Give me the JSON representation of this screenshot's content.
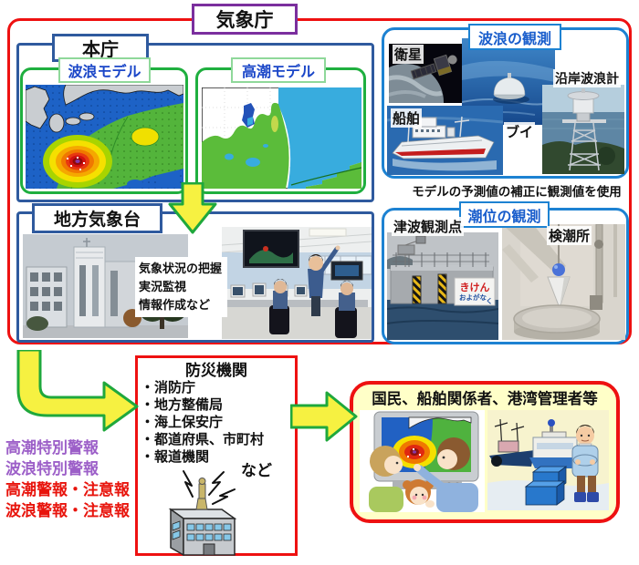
{
  "agency": {
    "title": "気象庁"
  },
  "headquarters": {
    "label": "本庁",
    "wave_model_label": "波浪モデル",
    "surge_model_label": "高潮モデル"
  },
  "local_office": {
    "label": "地方気象台",
    "task_1": "気象状況の把握",
    "task_2": "実況監視",
    "task_3": "情報作成など"
  },
  "wave_observation": {
    "title": "波浪の観測",
    "satellite_label": "衛星",
    "coastal_gauge_label": "沿岸波浪計",
    "ship_label": "船舶",
    "buoy_label": "ブイ",
    "note": "モデルの予測値の補正に観測値を使用"
  },
  "tide_observation": {
    "title": "潮位の観測",
    "tsunami_point_label": "津波観測点",
    "tide_station_label": "検潮所",
    "sign_line_1": "きけん",
    "sign_line_2": "およがな",
    "sign_line_3": "く"
  },
  "warnings": {
    "special_1": "高潮特別警報",
    "special_2": "波浪特別警報",
    "regular_1": "高潮警報・注意報",
    "regular_2": "波浪警報・注意報"
  },
  "disaster_orgs": {
    "title": "防災機関",
    "items": [
      "・消防庁",
      "・地方整備局",
      "・海上保安庁",
      "・都道府県、市町村",
      "・報道機関"
    ],
    "etc_label": "など"
  },
  "recipients": {
    "title": "国民、船舶関係者、港湾管理者等"
  },
  "colors": {
    "outer_border": "#EE1111",
    "purple_border": "#7B2F9E",
    "navy_border": "#2F5A9E",
    "blue_border": "#1D82D2",
    "green_border": "#1FAF3F",
    "arrow_fill": "#F6F141",
    "arrow_stroke": "#1FA83C",
    "warning_special_text": "#9C5FC8",
    "warning_regular_text": "#E8140C",
    "model_label_text": "#1A46C8",
    "recipients_bg": "#FFFFC8"
  }
}
